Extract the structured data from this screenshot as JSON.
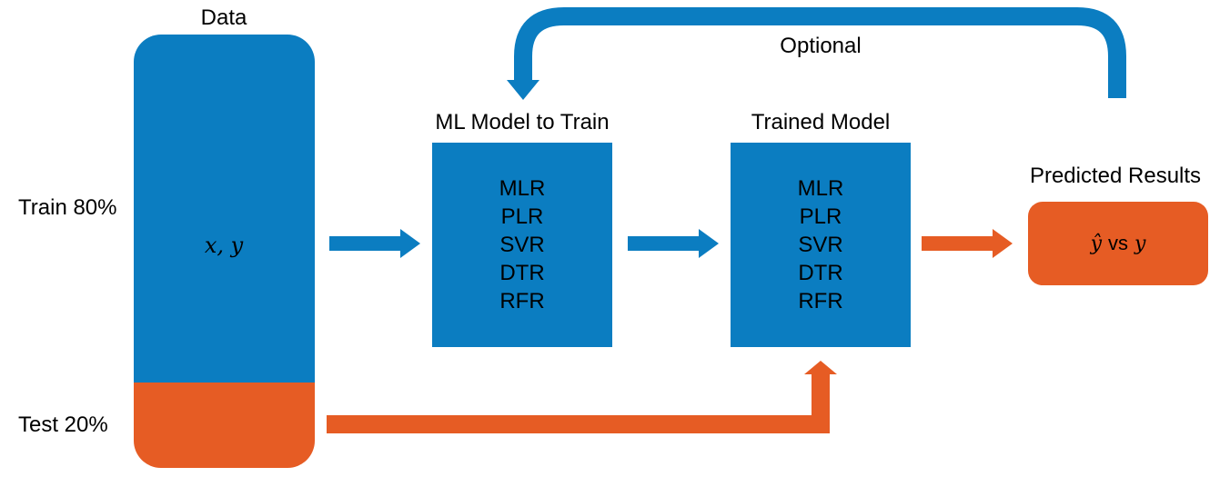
{
  "data_block": {
    "title": "Data",
    "train_label": "Train 80%",
    "test_label": "Test 20%",
    "xy_text": "x, y"
  },
  "model_to_train": {
    "title": "ML Model to Train",
    "items": [
      "MLR",
      "PLR",
      "SVR",
      "DTR",
      "RFR"
    ]
  },
  "trained_model": {
    "title": "Trained Model",
    "items": [
      "MLR",
      "PLR",
      "SVR",
      "DTR",
      "RFR"
    ]
  },
  "predicted": {
    "title": "Predicted Results",
    "y_hat": "ŷ",
    "vs": "vs",
    "y": "y"
  },
  "feedback": {
    "label": "Optional"
  },
  "colors": {
    "blue": "#0b7dc1",
    "orange": "#e65c24"
  }
}
